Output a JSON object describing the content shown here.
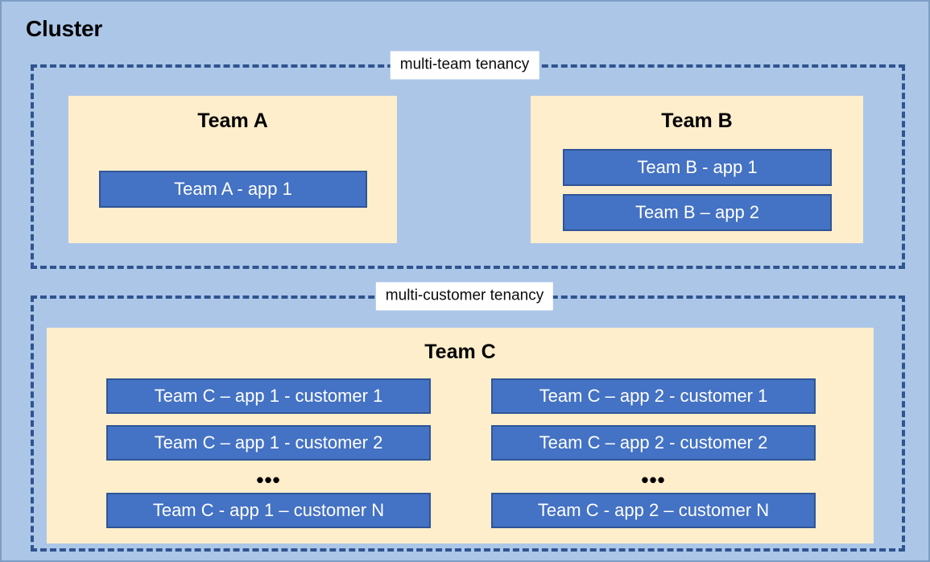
{
  "diagram": {
    "title": "Cluster",
    "colors": {
      "canvas_background": "#acc6e8",
      "canvas_border": "#7d9dc4",
      "dashed_group_border": "#2f548f",
      "team_container_fill": "#ffeecb",
      "app_chip_fill": "#4472c4",
      "app_chip_border": "#2f5597",
      "app_chip_text": "#ffffff",
      "label_background": "#ffffff",
      "heading_text": "#000000"
    },
    "groups": [
      {
        "id": "multi-team",
        "label": "multi-team tenancy",
        "teams": [
          {
            "id": "team-a",
            "heading": "Team A",
            "apps": [
              {
                "label": "Team A - app 1"
              }
            ]
          },
          {
            "id": "team-b",
            "heading": "Team B",
            "apps": [
              {
                "label": "Team B - app 1"
              },
              {
                "label": "Team B – app 2"
              }
            ]
          }
        ]
      },
      {
        "id": "multi-customer",
        "label": "multi-customer tenancy",
        "teams": [
          {
            "id": "team-c",
            "heading": "Team C",
            "ellipsis": "•••",
            "columns": [
              {
                "id": "app-1",
                "apps": [
                  {
                    "label": "Team C – app 1 - customer 1"
                  },
                  {
                    "label": "Team C – app 1 - customer 2"
                  },
                  {
                    "label": "Team C - app 1 – customer N"
                  }
                ]
              },
              {
                "id": "app-2",
                "apps": [
                  {
                    "label": "Team C – app 2 - customer 1"
                  },
                  {
                    "label": "Team C – app 2 - customer 2"
                  },
                  {
                    "label": "Team C - app 2 – customer N"
                  }
                ]
              }
            ]
          }
        ]
      }
    ]
  }
}
